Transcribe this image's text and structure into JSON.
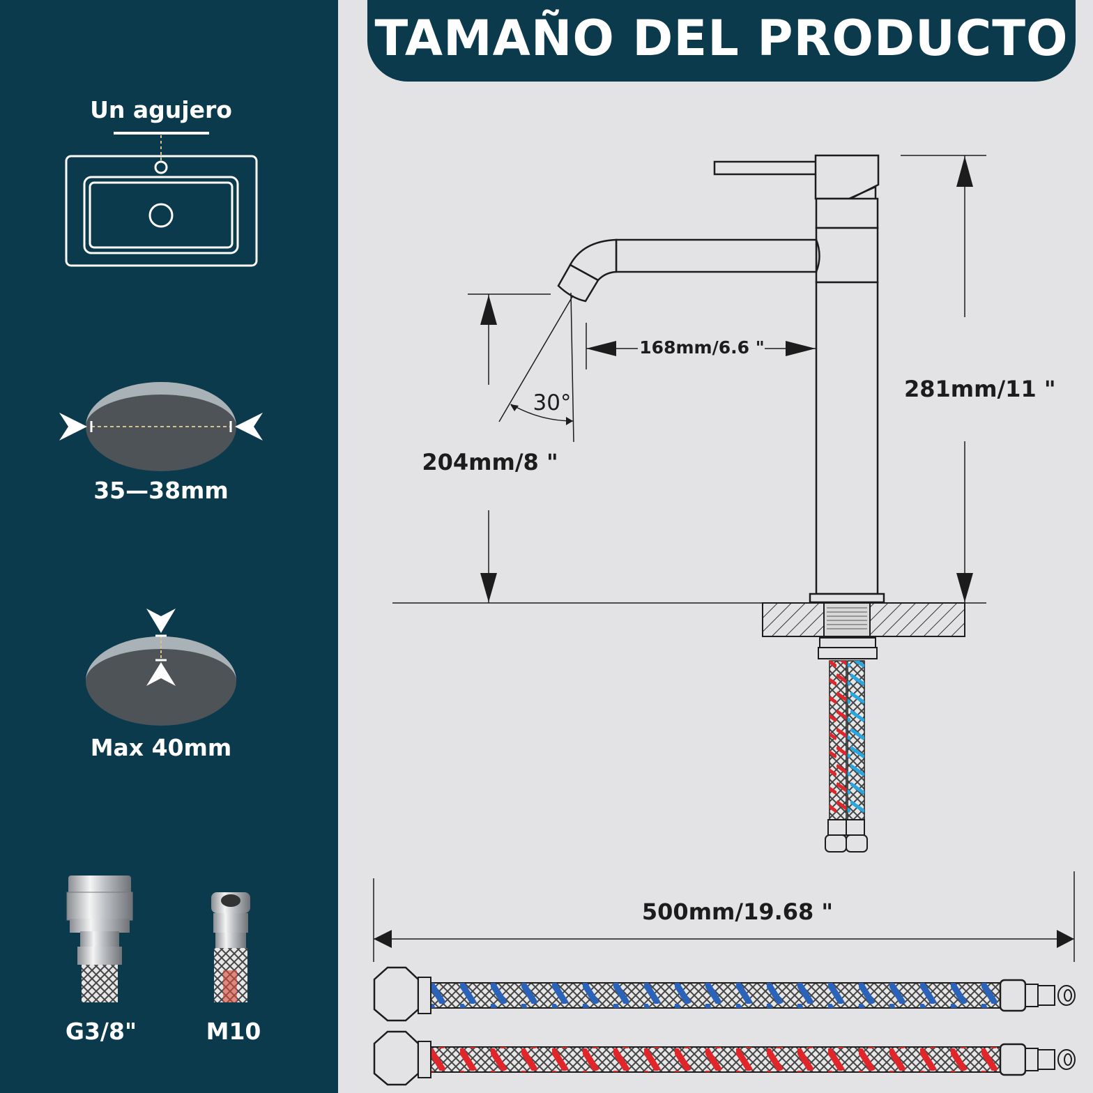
{
  "header": {
    "title": "TAMAÑO DEL PRODUCTO"
  },
  "sidebar": {
    "hole_label": "Un agujero",
    "diameter_label": "35—38mm",
    "thickness_label": "Max 40mm",
    "connectors": [
      {
        "label": "G3/8\""
      },
      {
        "label": "M10"
      }
    ]
  },
  "dimensions": {
    "spout_reach": "168mm/6.6 \"",
    "total_height": "281mm/11 \"",
    "spout_height": "204mm/8 \"",
    "spout_angle": "30°",
    "hose_length": "500mm/19.68 \""
  },
  "colors": {
    "navy": "#0b3a4d",
    "background": "#e3e3e5",
    "hot_hose": "#e0262a",
    "cold_hose": "#2a63b8"
  }
}
